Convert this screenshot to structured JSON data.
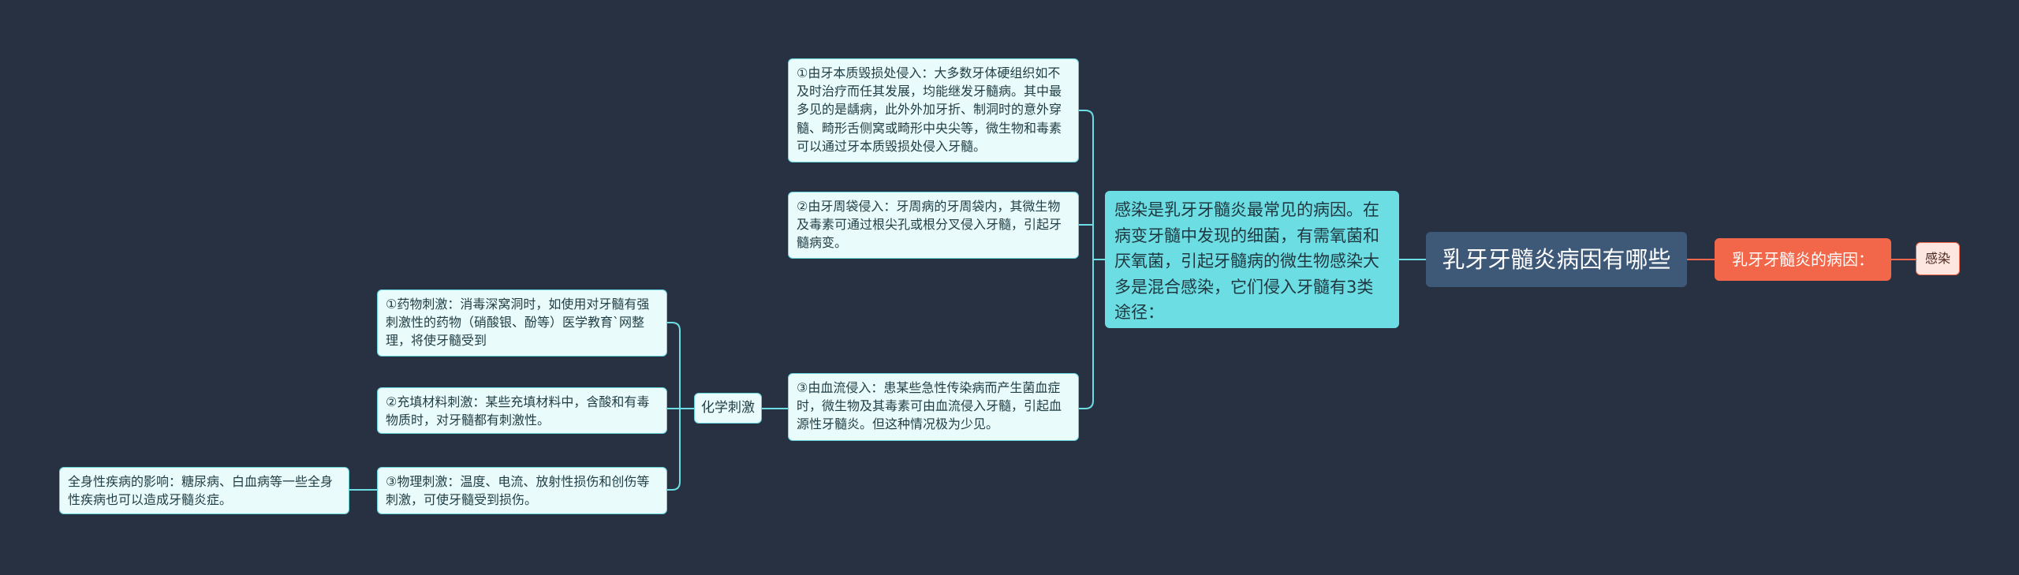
{
  "mindmap": {
    "root": "乳牙牙髓炎病因有哪些",
    "reason_label": "乳牙牙髓炎的病因：",
    "infection_label": "感染",
    "infection_desc": "感染是乳牙牙髓炎最常见的病因。在病变牙髓中发现的细菌，有需氧菌和厌氧菌，引起牙髓病的微生物感染大多是混合感染，它们侵入牙髓有3类途径：",
    "routes": [
      "①由牙本质毁损处侵入：大多数牙体硬组织如不及时治疗而任其发展，均能继发牙髓病。其中最多见的是龋病，此外外加牙折、制洞时的意外穿髓、畸形舌侧窝或畸形中央尖等，微生物和毒素可以通过牙本质毁损处侵入牙髓。",
      "②由牙周袋侵入：牙周病的牙周袋内，其微生物及毒素可通过根尖孔或根分叉侵入牙髓，引起牙髓病变。",
      "③由血流侵入：患某些急性传染病而产生菌血症时，微生物及其毒素可由血流侵入牙髓，引起血源性牙髓炎。但这种情况极为少见。"
    ],
    "chem_label": "化学刺激",
    "stimuli": [
      "①药物刺激：消毒深窝洞时，如使用对牙髓有强刺激性的药物（硝酸银、酚等）医学教育`网整理，将使牙髓受到",
      "②充填材料刺激：某些充填材料中，含酸和有毒物质时，对牙髓都有刺激性。",
      "③物理刺激：温度、电流、放射性损伤和创伤等刺激，可使牙髓受到损伤。"
    ],
    "systemic": "全身性疾病的影响：糖尿病、白血病等一些全身性疾病也可以造成牙髓炎症。",
    "colors": {
      "background": "#283142",
      "teal_line": "#6cdde2",
      "orange_line": "#f2674a",
      "root_fill": "#3e5877",
      "mid_fill": "#6cdde2",
      "leaf_fill": "#e9fbfb"
    }
  }
}
